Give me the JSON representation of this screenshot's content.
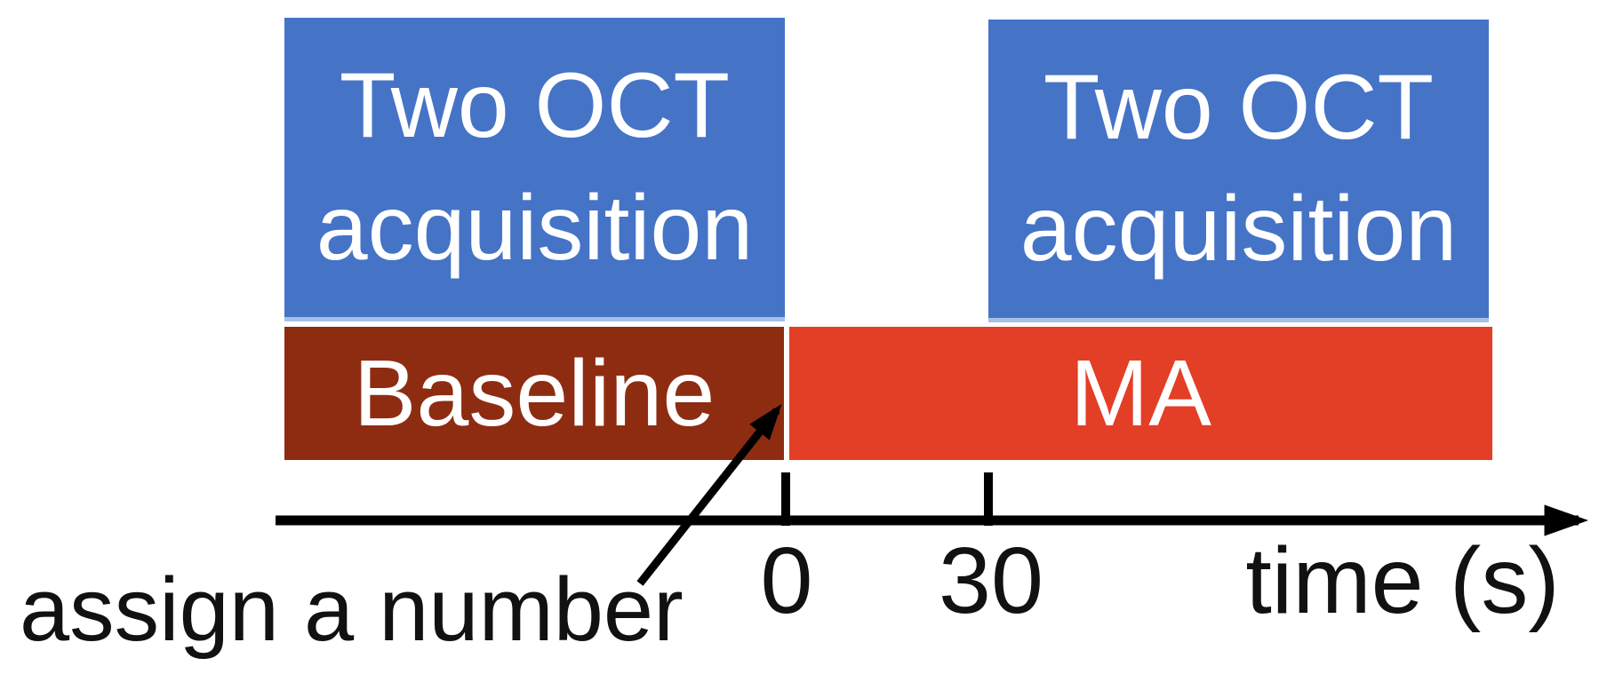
{
  "blocks": {
    "oct_boxes": [
      {
        "id": "baseline-oct",
        "line1": "Two OCT",
        "line2": "acquisition"
      },
      {
        "id": "ma-oct",
        "line1": "Two OCT",
        "line2": "acquisition"
      }
    ],
    "phase_bars": [
      {
        "id": "baseline",
        "label": "Baseline",
        "color": "#8E2C12"
      },
      {
        "id": "ma",
        "label": "MA",
        "color": "#E33E26"
      }
    ]
  },
  "timeline": {
    "ticks": [
      {
        "value": "0"
      },
      {
        "value": "30"
      }
    ],
    "axis_label": "time (s)",
    "axis_color": "#000000"
  },
  "annotation": {
    "text": "assign a number"
  },
  "colors": {
    "oct_box_fill": "#4573C6",
    "oct_box_edge": "#A9BFE4",
    "baseline_fill": "#8E2C12",
    "ma_fill": "#E33E26",
    "text_on_fill": "#FFFFFF",
    "axis_and_labels": "#111111",
    "background": "#FFFFFF"
  }
}
